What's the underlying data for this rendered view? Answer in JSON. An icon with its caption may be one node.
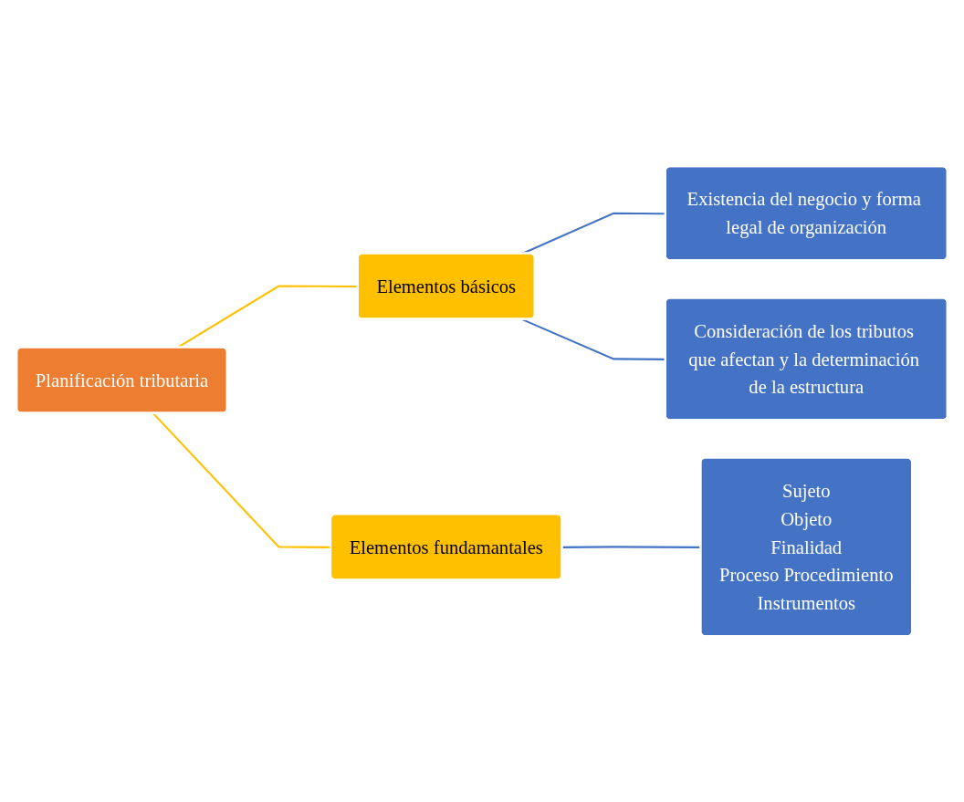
{
  "diagram": {
    "nodes": [
      {
        "text": [
          "Planificación tributaria"
        ]
      },
      {
        "text": [
          "Elementos básicos"
        ]
      },
      {
        "text": [
          "Elementos fundamantales"
        ]
      },
      {
        "text": [
          "Existencia del negocio y forma legal de organización"
        ]
      },
      {
        "text": [
          "Consideración de los tributos que afectan y la determinación de la estructura"
        ]
      },
      {
        "text": [
          "Sujeto",
          "Objeto",
          "Finalidad",
          "Proceso Procedimiento",
          "Instrumentos"
        ]
      }
    ],
    "edges": [
      {
        "from": 0,
        "to": 1,
        "arrow": "none",
        "color": "#ffc000"
      },
      {
        "from": 0,
        "to": 2,
        "arrow": "none",
        "color": "#ffc000"
      },
      {
        "from": 1,
        "to": 3,
        "arrow": "none",
        "color": "#4472c4"
      },
      {
        "from": 1,
        "to": 4,
        "arrow": "none",
        "color": "#4472c4"
      },
      {
        "from": 2,
        "to": 5,
        "arrow": "none",
        "color": "#4472c4"
      }
    ]
  }
}
